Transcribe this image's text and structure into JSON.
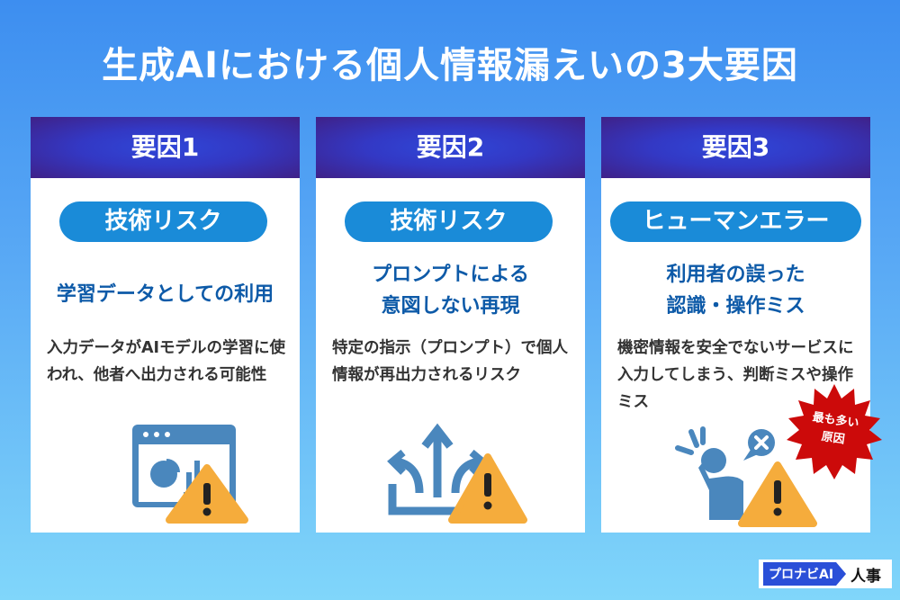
{
  "title": "生成AIにおける個人情報漏えいの3大要因",
  "cards": [
    {
      "header": "要因1",
      "category": "技術リスク",
      "subtitle": [
        "学習データとしての利用"
      ],
      "body": "入力データがAIモデルの学習に使われ、他者へ出力される可能性",
      "icon": "dashboard-warning-icon"
    },
    {
      "header": "要因2",
      "category": "技術リスク",
      "subtitle": [
        "プロンプトによる",
        "意図しない再現"
      ],
      "body": "特定の指示（プロンプト）で個人情報が再出力されるリスク",
      "icon": "arrows-warning-icon"
    },
    {
      "header": "要因3",
      "category": "ヒューマンエラー",
      "subtitle": [
        "利用者の誤った",
        "認識・操作ミス"
      ],
      "body": "機密情報を安全でないサービスに入力してしまう、判断ミスや操作ミス",
      "icon": "person-error-warning-icon"
    }
  ],
  "badge": {
    "line1": "最も多い",
    "line2": "原因"
  },
  "logo": {
    "mark": "プロナビAI",
    "text": "人事"
  },
  "colors": {
    "pill": "#1a8bd8",
    "subtitle": "#0d5aa8",
    "icon": "#4a87bd",
    "warning": "#f5ac3c",
    "badge": "#cc0a0a"
  }
}
